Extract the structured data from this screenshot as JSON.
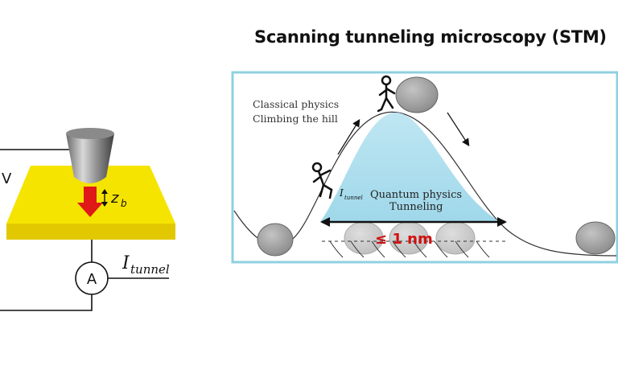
{
  "title": "Scanning tunneling microscopy (STM)",
  "left_circuit": {
    "voltage_label": "V",
    "gap_label": "z",
    "gap_subscript": "b",
    "ammeter_symbol": "A",
    "current_label": "I",
    "current_subscript": "tunnel"
  },
  "right_panel": {
    "classical_line1": "Classical physics",
    "classical_line2": "Climbing the hill",
    "quantum_line1": "Quantum physics",
    "quantum_line2": "Tunneling",
    "current_label": "I",
    "current_subscript": "tunnel",
    "distance_label": "≤ 1 nm"
  },
  "colors": {
    "sample_yellow": "#f5e400",
    "current_arrow": "#e01818",
    "panel_border": "#8fd0e0",
    "barrier_fill": "#a6dcec",
    "distance_text": "#d01010",
    "atom_gray": "#9a9a9a"
  }
}
